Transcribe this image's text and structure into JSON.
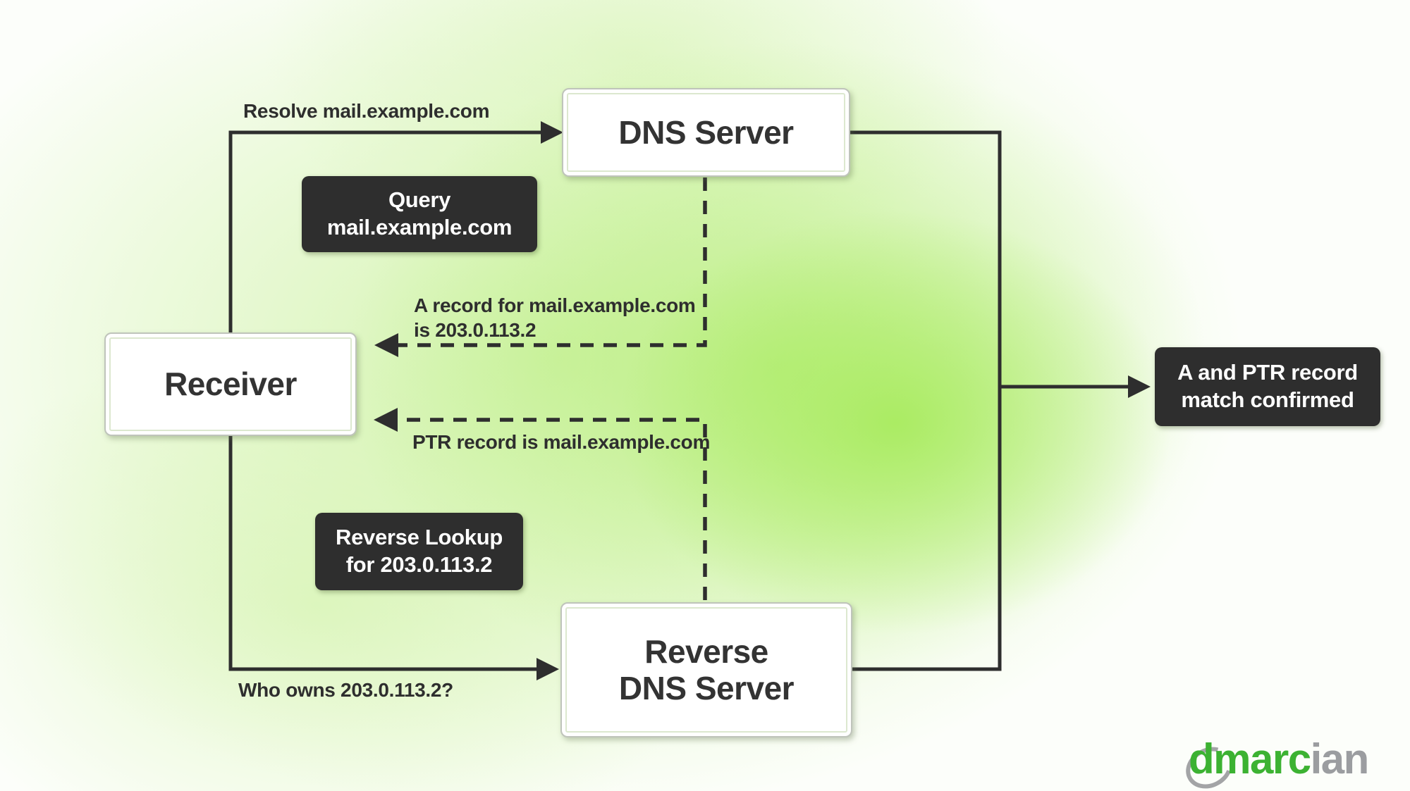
{
  "diagram": {
    "title_context": "Reverse DNS lookup flow",
    "nodes": {
      "receiver": {
        "label": "Receiver"
      },
      "dns_server": {
        "label": "DNS Server"
      },
      "reverse_dns": {
        "label_line1": "Reverse",
        "label_line2": "DNS Server"
      }
    },
    "callouts": {
      "query": {
        "line1": "Query",
        "line2": "mail.example.com"
      },
      "reverse_lookup": {
        "line1": "Reverse Lookup",
        "line2": "for 203.0.113.2"
      },
      "match": {
        "line1": "A and PTR record",
        "line2": "match confirmed"
      }
    },
    "edge_labels": {
      "resolve": "Resolve mail.example.com",
      "a_record_line1": "A record for mail.example.com",
      "a_record_line2": "is 203.0.113.2",
      "ptr_record": "PTR record is mail.example.com",
      "who_owns": "Who owns 203.0.113.2?"
    },
    "colors": {
      "background_green": "#b7ef85",
      "line": "#2e2e2e",
      "callout_background": "#2e2e2e",
      "node_background": "#ffffff",
      "logo_green": "#3cb232",
      "logo_gray": "#9b9da0"
    }
  },
  "logo": {
    "green_part": "dmarc",
    "gray_part": "ian"
  }
}
